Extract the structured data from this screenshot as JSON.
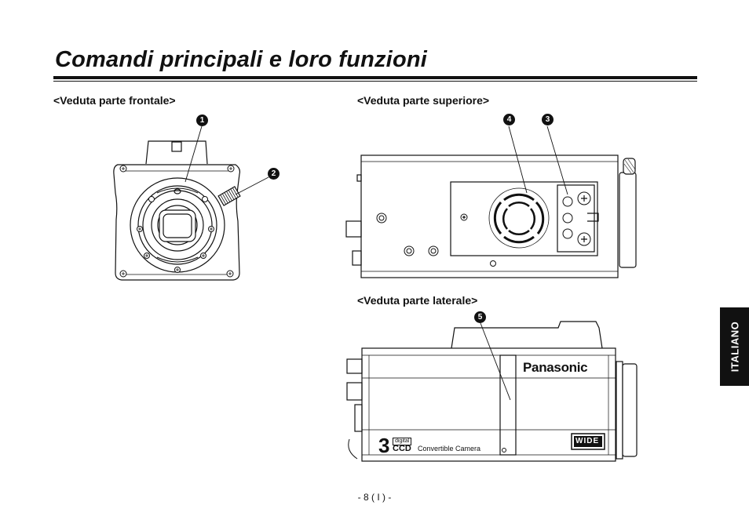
{
  "page": {
    "title": "Comandi principali e loro funzioni",
    "side_tab": "ITALIANO",
    "footer": "- 8 ( I ) -"
  },
  "sections": {
    "front": "<Veduta parte frontale>",
    "top": "<Veduta parte superiore>",
    "side": "<Veduta parte laterale>"
  },
  "callouts": [
    "1",
    "2",
    "3",
    "4",
    "5"
  ],
  "camera": {
    "brand": "Panasonic",
    "model": "Convertible Camera",
    "ccd_small": "digital",
    "ccd_big": "CCD",
    "ccd_num": "3",
    "logo": "WIDE"
  }
}
